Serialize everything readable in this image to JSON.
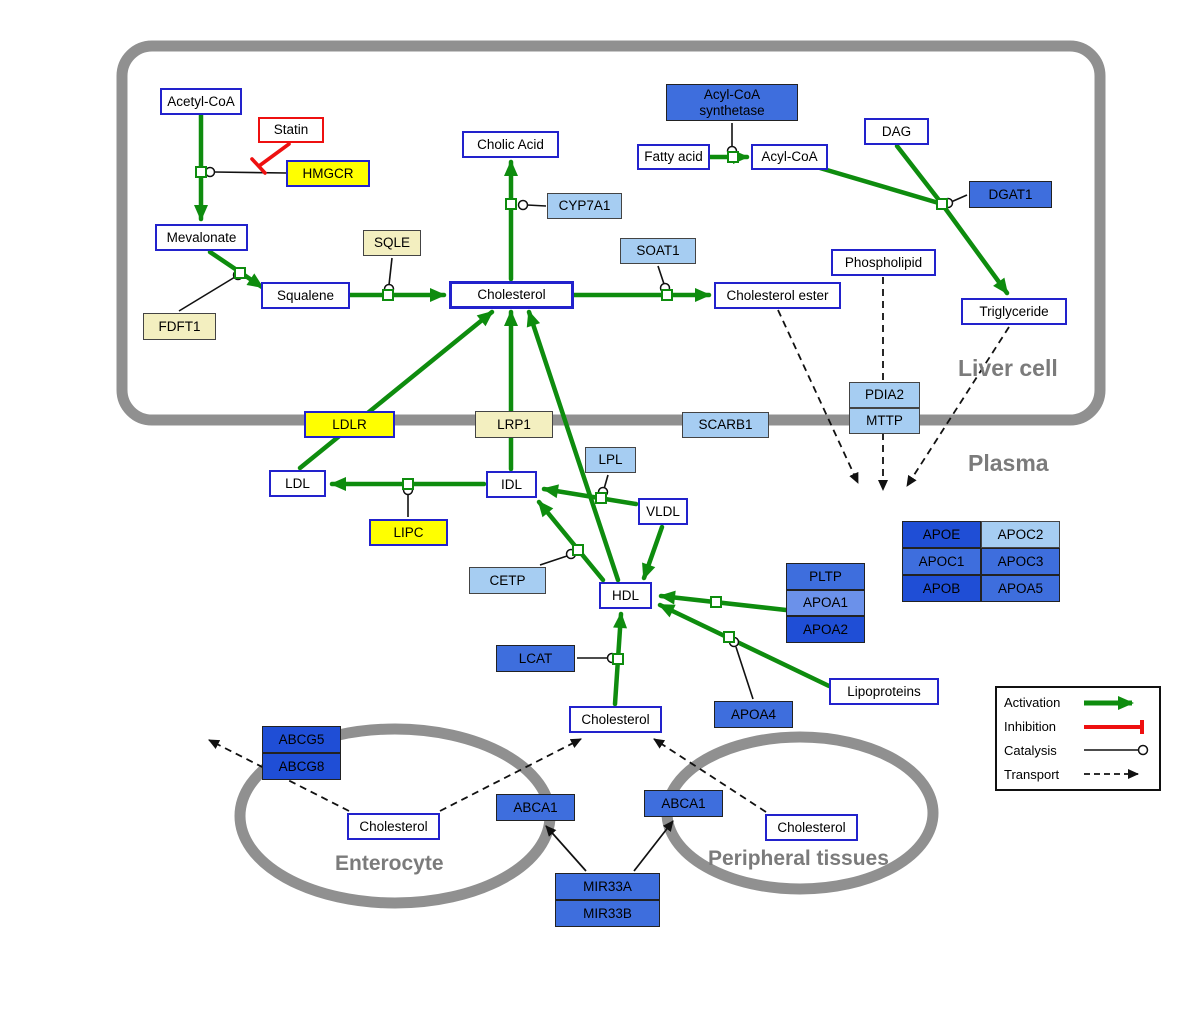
{
  "regions": {
    "liver_cell": "Liver cell",
    "plasma": "Plasma",
    "enterocyte": "Enterocyte",
    "peripheral_tissues": "Peripheral tissues"
  },
  "nodes": {
    "acetyl_coa": "Acetyl-CoA",
    "statin": "Statin",
    "hmgcr": "HMGCR",
    "mevalonate": "Mevalonate",
    "fdft1": "FDFT1",
    "squalene": "Squalene",
    "sqle": "SQLE",
    "cholesterol_liver": "Cholesterol",
    "cholic_acid": "Cholic Acid",
    "cyp7a1": "CYP7A1",
    "soat1": "SOAT1",
    "cholesterol_ester": "Cholesterol ester",
    "acyl_coa_synthetase": "Acyl-CoA synthetase",
    "fatty_acid": "Fatty acid",
    "acyl_coa": "Acyl-CoA",
    "dag": "DAG",
    "dgat1": "DGAT1",
    "phospholipid": "Phospholipid",
    "triglyceride": "Triglyceride",
    "ldlr": "LDLR",
    "lrp1": "LRP1",
    "scarb1": "SCARB1",
    "pdia2": "PDIA2",
    "mttp": "MTTP",
    "ldl": "LDL",
    "idl": "IDL",
    "lpl": "LPL",
    "vldl": "VLDL",
    "lipc": "LIPC",
    "cetp": "CETP",
    "hdl": "HDL",
    "pltp": "PLTP",
    "apoa1": "APOA1",
    "apoa2": "APOA2",
    "lcat": "LCAT",
    "apoa4": "APOA4",
    "lipoproteins": "Lipoproteins",
    "apoe": "APOE",
    "apoc2": "APOC2",
    "apoc1": "APOC1",
    "apoc3": "APOC3",
    "apob": "APOB",
    "apoa5": "APOA5",
    "cholesterol_plasma": "Cholesterol",
    "abcg5": "ABCG5",
    "abcg8": "ABCG8",
    "cholesterol_enterocyte": "Cholesterol",
    "abca1_enterocyte": "ABCA1",
    "abca1_peripheral": "ABCA1",
    "cholesterol_peripheral": "Cholesterol",
    "mir33a": "MIR33A",
    "mir33b": "MIR33B"
  },
  "legend": {
    "activation": "Activation",
    "inhibition": "Inhibition",
    "catalysis": "Catalysis",
    "transport": "Transport"
  },
  "colors": {
    "activation_green": "#0e8c0e",
    "inhibition_red": "#ee1010",
    "membrane_gray": "#909090",
    "metabolite_border_blue": "#2222cc",
    "gene_yellow": "#ffff00",
    "gene_pale_yellow": "#f3efc0",
    "gene_light_blue": "#a6cdf2",
    "gene_medium_blue": "#3e6edd",
    "gene_dark_blue": "#1f4ed6"
  }
}
